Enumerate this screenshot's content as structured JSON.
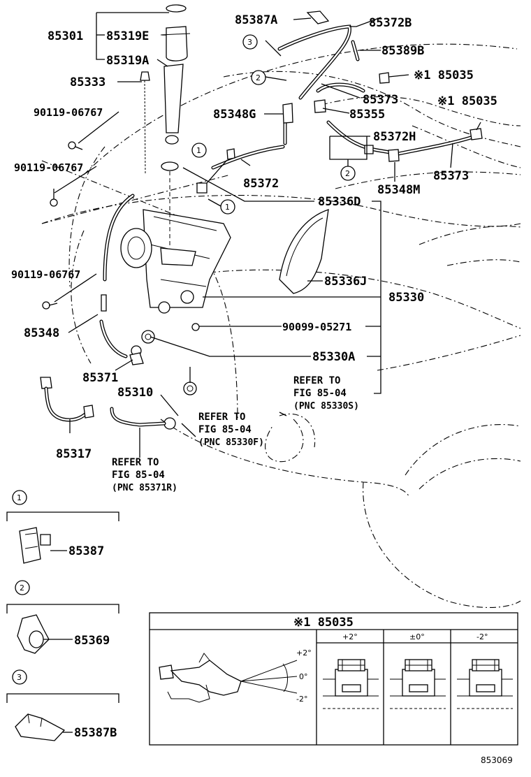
{
  "parts": {
    "p85301": "85301",
    "p85319E": "85319E",
    "p85319A": "85319A",
    "p85333": "85333",
    "p90119a": "90119-06767",
    "p90119b": "90119-06767",
    "p90119c": "90119-06767",
    "p85348": "85348",
    "p85371": "85371",
    "p85310": "85310",
    "p85317": "85317",
    "p85387A": "85387A",
    "p85372B": "85372B",
    "p85389B": "85389B",
    "p85035a": "※1 85035",
    "p85373a": "85373",
    "p85035b": "※1 85035",
    "p85348G": "85348G",
    "p85355": "85355",
    "p85372H": "85372H",
    "p85372": "85372",
    "p85348M": "85348M",
    "p85373b": "85373",
    "p85336D": "85336D",
    "p85336J": "85336J",
    "p85330": "85330",
    "p90099": "90099-05271",
    "p85330A": "85330A"
  },
  "callouts": {
    "c1": "1",
    "c2": "2",
    "c3": "3"
  },
  "refs": {
    "r1": [
      "REFER TO",
      "FIG 85-04",
      "(PNC 85330S)"
    ],
    "r2": [
      "REFER TO",
      "FIG 85-04",
      "(PNC 85330F)"
    ],
    "r3": [
      "REFER TO",
      "FIG 85-04",
      "(PNC 85371R)"
    ]
  },
  "legend": {
    "k1": {
      "num": "1",
      "part": "85387"
    },
    "k2": {
      "num": "2",
      "part": "85369"
    },
    "k3": {
      "num": "3",
      "part": "85387B"
    }
  },
  "nozzle_box": {
    "title": "※1 85035",
    "cols": [
      "+2°",
      "±0°",
      "-2°"
    ],
    "angles": [
      "+2°",
      "0°",
      "-2°"
    ]
  },
  "figure_id": "853069"
}
